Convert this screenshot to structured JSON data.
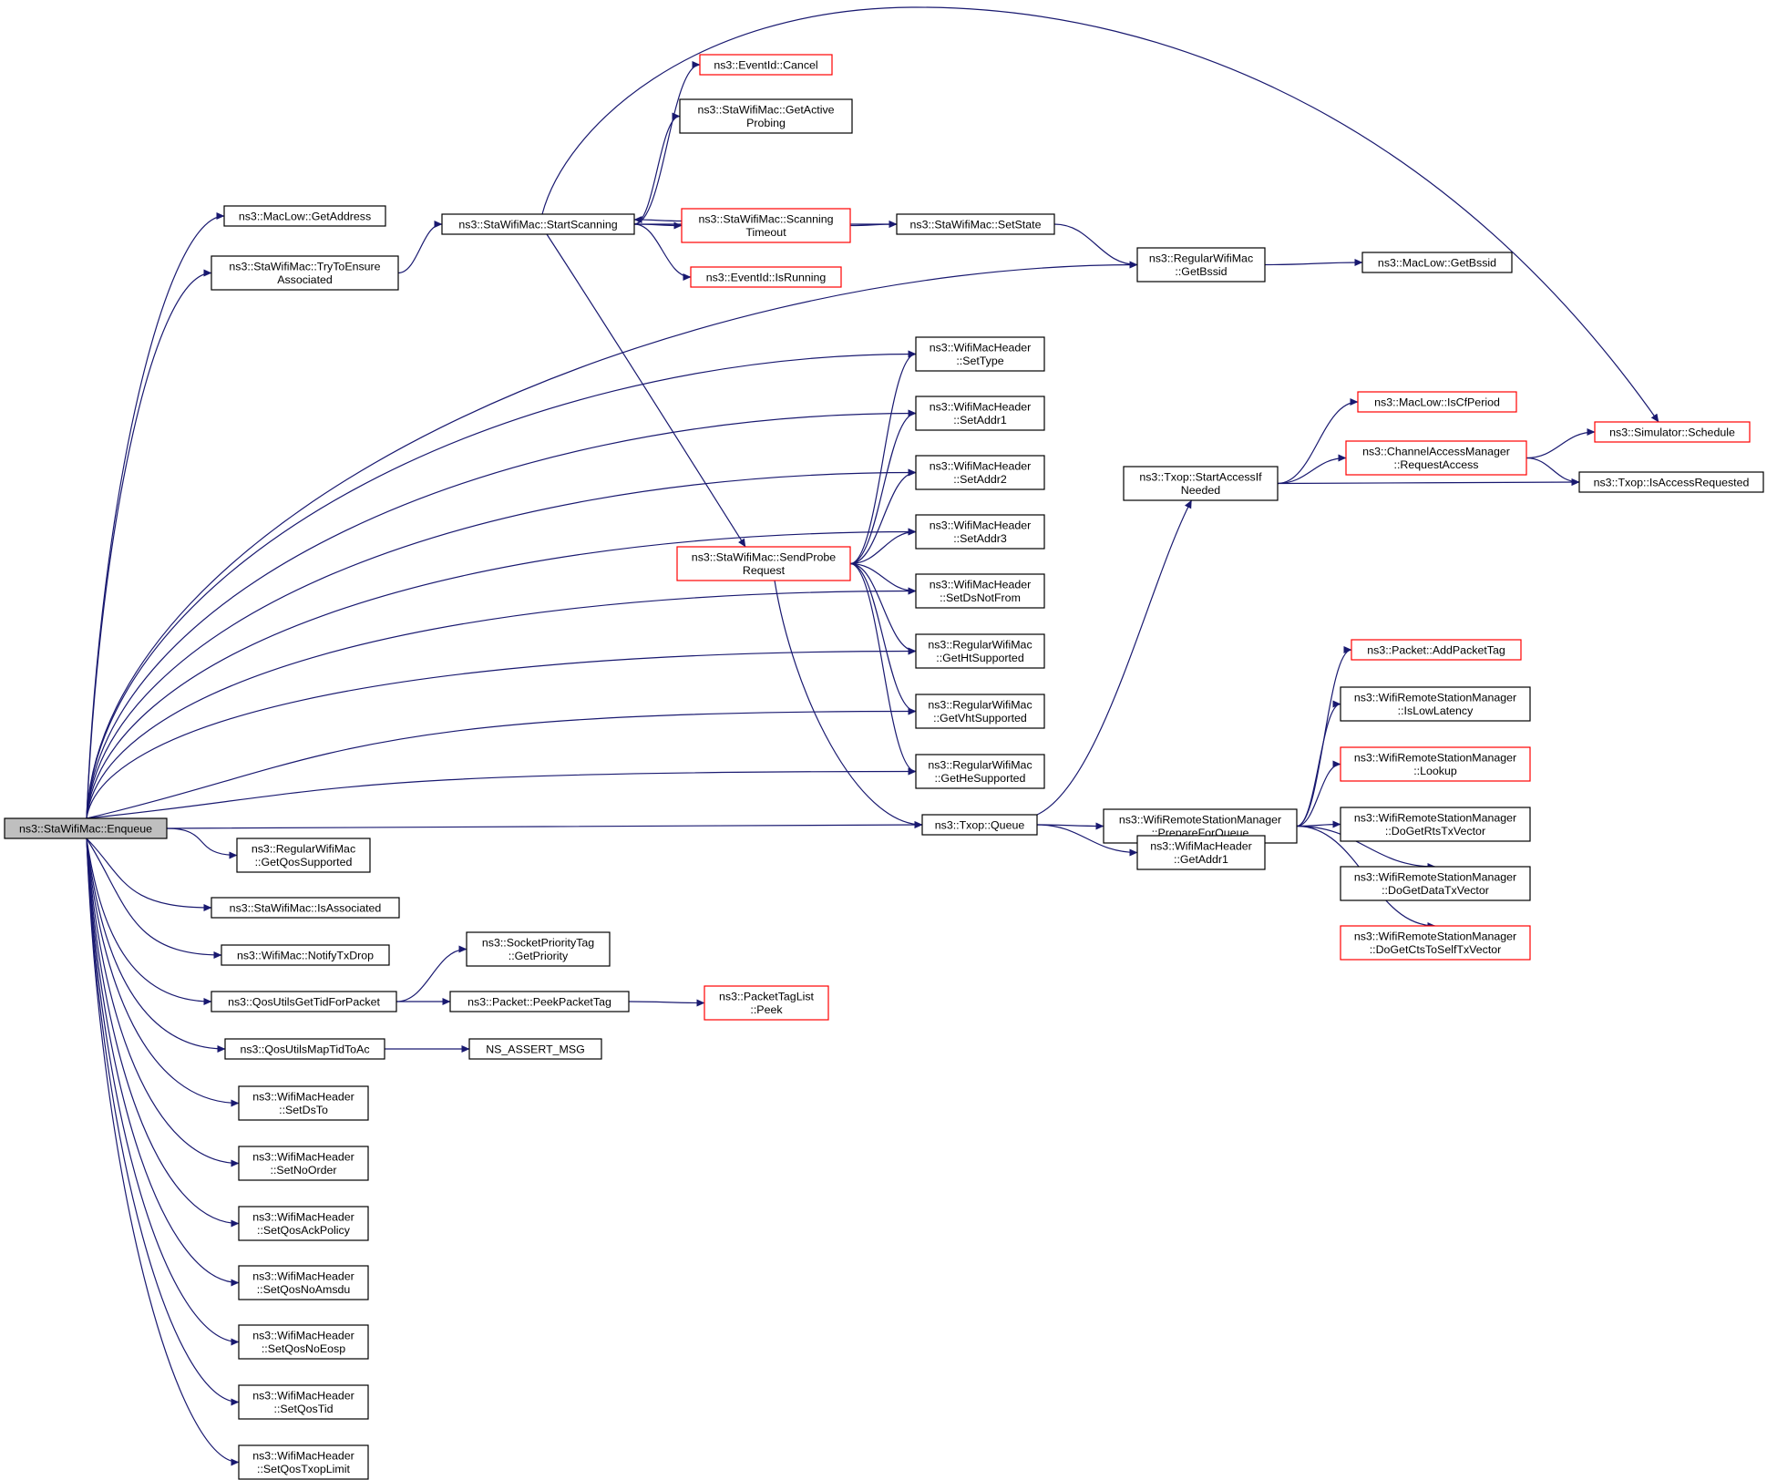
{
  "colors": {
    "edge": "#191970",
    "incomplete_border": "#ff0000",
    "root_fill": "#bfbfbf",
    "node_border": "#000000"
  },
  "nodes": [
    {
      "id": "enqueue",
      "lines": [
        "ns3::StaWifiMac::Enqueue"
      ],
      "style": "root"
    },
    {
      "id": "maclow_getaddress",
      "lines": [
        "ns3::MacLow::GetAddress"
      ],
      "style": "normal"
    },
    {
      "id": "trytoensure",
      "lines": [
        "ns3::StaWifiMac::TryToEnsure",
        "Associated"
      ],
      "style": "normal"
    },
    {
      "id": "startscanning",
      "lines": [
        "ns3::StaWifiMac::StartScanning"
      ],
      "style": "normal"
    },
    {
      "id": "eventid_cancel",
      "lines": [
        "ns3::EventId::Cancel"
      ],
      "style": "red"
    },
    {
      "id": "getactiveprobing",
      "lines": [
        "ns3::StaWifiMac::GetActive",
        "Probing"
      ],
      "style": "normal"
    },
    {
      "id": "scanningtimeout",
      "lines": [
        "ns3::StaWifiMac::Scanning",
        "Timeout"
      ],
      "style": "red"
    },
    {
      "id": "setstate",
      "lines": [
        "ns3::StaWifiMac::SetState"
      ],
      "style": "normal"
    },
    {
      "id": "eventid_isrunning",
      "lines": [
        "ns3::EventId::IsRunning"
      ],
      "style": "red"
    },
    {
      "id": "getbssid",
      "lines": [
        "ns3::RegularWifiMac",
        "::GetBssid"
      ],
      "style": "normal"
    },
    {
      "id": "maclow_getbssid",
      "lines": [
        "ns3::MacLow::GetBssid"
      ],
      "style": "normal"
    },
    {
      "id": "simulator_schedule",
      "lines": [
        "ns3::Simulator::Schedule"
      ],
      "style": "red"
    },
    {
      "id": "settype",
      "lines": [
        "ns3::WifiMacHeader",
        "::SetType"
      ],
      "style": "normal"
    },
    {
      "id": "setaddr1",
      "lines": [
        "ns3::WifiMacHeader",
        "::SetAddr1"
      ],
      "style": "normal"
    },
    {
      "id": "setaddr2",
      "lines": [
        "ns3::WifiMacHeader",
        "::SetAddr2"
      ],
      "style": "normal"
    },
    {
      "id": "setaddr3",
      "lines": [
        "ns3::WifiMacHeader",
        "::SetAddr3"
      ],
      "style": "normal"
    },
    {
      "id": "setdsnotfrom",
      "lines": [
        "ns3::WifiMacHeader",
        "::SetDsNotFrom"
      ],
      "style": "normal"
    },
    {
      "id": "gethtsupported",
      "lines": [
        "ns3::RegularWifiMac",
        "::GetHtSupported"
      ],
      "style": "normal"
    },
    {
      "id": "getvhtsupported",
      "lines": [
        "ns3::RegularWifiMac",
        "::GetVhtSupported"
      ],
      "style": "normal"
    },
    {
      "id": "gethesupported",
      "lines": [
        "ns3::RegularWifiMac",
        "::GetHeSupported"
      ],
      "style": "normal"
    },
    {
      "id": "sendproberequest",
      "lines": [
        "ns3::StaWifiMac::SendProbe",
        "Request"
      ],
      "style": "red"
    },
    {
      "id": "txop_queue",
      "lines": [
        "ns3::Txop::Queue"
      ],
      "style": "normal"
    },
    {
      "id": "iscfperiod",
      "lines": [
        "ns3::MacLow::IsCfPeriod"
      ],
      "style": "red"
    },
    {
      "id": "requestaccess",
      "lines": [
        "ns3::ChannelAccessManager",
        "::RequestAccess"
      ],
      "style": "red"
    },
    {
      "id": "startaccessifneeded",
      "lines": [
        "ns3::Txop::StartAccessIf",
        "Needed"
      ],
      "style": "normal"
    },
    {
      "id": "isaccessrequested",
      "lines": [
        "ns3::Txop::IsAccessRequested"
      ],
      "style": "normal"
    },
    {
      "id": "getqossupported",
      "lines": [
        "ns3::RegularWifiMac",
        "::GetQosSupported"
      ],
      "style": "normal"
    },
    {
      "id": "isassociated",
      "lines": [
        "ns3::StaWifiMac::IsAssociated"
      ],
      "style": "normal"
    },
    {
      "id": "notifytxdrop",
      "lines": [
        "ns3::WifiMac::NotifyTxDrop"
      ],
      "style": "normal"
    },
    {
      "id": "qosgettid",
      "lines": [
        "ns3::QosUtilsGetTidForPacket"
      ],
      "style": "normal"
    },
    {
      "id": "socketprioritytag",
      "lines": [
        "ns3::SocketPriorityTag",
        "::GetPriority"
      ],
      "style": "normal"
    },
    {
      "id": "peekpackettag",
      "lines": [
        "ns3::Packet::PeekPacketTag"
      ],
      "style": "normal"
    },
    {
      "id": "packettaglist_peek",
      "lines": [
        "ns3::PacketTagList",
        "::Peek"
      ],
      "style": "red"
    },
    {
      "id": "qosmaptidtoac",
      "lines": [
        "ns3::QosUtilsMapTidToAc"
      ],
      "style": "normal"
    },
    {
      "id": "ns_assert_msg",
      "lines": [
        "NS_ASSERT_MSG"
      ],
      "style": "normal"
    },
    {
      "id": "setdsto",
      "lines": [
        "ns3::WifiMacHeader",
        "::SetDsTo"
      ],
      "style": "normal"
    },
    {
      "id": "setnoorder",
      "lines": [
        "ns3::WifiMacHeader",
        "::SetNoOrder"
      ],
      "style": "normal"
    },
    {
      "id": "setqosackpolicy",
      "lines": [
        "ns3::WifiMacHeader",
        "::SetQosAckPolicy"
      ],
      "style": "normal"
    },
    {
      "id": "setqosnoamsdu",
      "lines": [
        "ns3::WifiMacHeader",
        "::SetQosNoAmsdu"
      ],
      "style": "normal"
    },
    {
      "id": "setqosnoeosp",
      "lines": [
        "ns3::WifiMacHeader",
        "::SetQosNoEosp"
      ],
      "style": "normal"
    },
    {
      "id": "setqostid",
      "lines": [
        "ns3::WifiMacHeader",
        "::SetQosTid"
      ],
      "style": "normal"
    },
    {
      "id": "setqostxoplimit",
      "lines": [
        "ns3::WifiMacHeader",
        "::SetQosTxopLimit"
      ],
      "style": "normal"
    },
    {
      "id": "prepareforqueue",
      "lines": [
        "ns3::WifiRemoteStationManager",
        "::PrepareForQueue"
      ],
      "style": "normal"
    },
    {
      "id": "getaddr1",
      "lines": [
        "ns3::WifiMacHeader",
        "::GetAddr1"
      ],
      "style": "normal"
    },
    {
      "id": "addpackettag",
      "lines": [
        "ns3::Packet::AddPacketTag"
      ],
      "style": "red"
    },
    {
      "id": "islowlatency",
      "lines": [
        "ns3::WifiRemoteStationManager",
        "::IsLowLatency"
      ],
      "style": "normal"
    },
    {
      "id": "lookup",
      "lines": [
        "ns3::WifiRemoteStationManager",
        "::Lookup"
      ],
      "style": "red"
    },
    {
      "id": "dogetrtstxvector",
      "lines": [
        "ns3::WifiRemoteStationManager",
        "::DoGetRtsTxVector"
      ],
      "style": "normal"
    },
    {
      "id": "dogetdatatxvector",
      "lines": [
        "ns3::WifiRemoteStationManager",
        "::DoGetDataTxVector"
      ],
      "style": "normal"
    },
    {
      "id": "dogetctstoselftxvector",
      "lines": [
        "ns3::WifiRemoteStationManager",
        "::DoGetCtsToSelfTxVector"
      ],
      "style": "red"
    }
  ],
  "edges": [
    [
      "enqueue",
      "maclow_getaddress"
    ],
    [
      "enqueue",
      "trytoensure"
    ],
    [
      "enqueue",
      "getbssid"
    ],
    [
      "enqueue",
      "settype"
    ],
    [
      "enqueue",
      "setaddr1"
    ],
    [
      "enqueue",
      "setaddr2"
    ],
    [
      "enqueue",
      "setaddr3"
    ],
    [
      "enqueue",
      "setdsnotfrom"
    ],
    [
      "enqueue",
      "gethtsupported"
    ],
    [
      "enqueue",
      "getvhtsupported"
    ],
    [
      "enqueue",
      "gethesupported"
    ],
    [
      "enqueue",
      "txop_queue"
    ],
    [
      "enqueue",
      "getqossupported"
    ],
    [
      "enqueue",
      "isassociated"
    ],
    [
      "enqueue",
      "notifytxdrop"
    ],
    [
      "enqueue",
      "qosgettid"
    ],
    [
      "enqueue",
      "qosmaptidtoac"
    ],
    [
      "enqueue",
      "setdsto"
    ],
    [
      "enqueue",
      "setnoorder"
    ],
    [
      "enqueue",
      "setqosackpolicy"
    ],
    [
      "enqueue",
      "setqosnoamsdu"
    ],
    [
      "enqueue",
      "setqosnoeosp"
    ],
    [
      "enqueue",
      "setqostid"
    ],
    [
      "enqueue",
      "setqostxoplimit"
    ],
    [
      "trytoensure",
      "startscanning"
    ],
    [
      "startscanning",
      "eventid_cancel"
    ],
    [
      "startscanning",
      "getactiveprobing"
    ],
    [
      "startscanning",
      "scanningtimeout"
    ],
    [
      "startscanning",
      "setstate"
    ],
    [
      "startscanning",
      "eventid_isrunning"
    ],
    [
      "startscanning",
      "simulator_schedule"
    ],
    [
      "startscanning",
      "sendproberequest"
    ],
    [
      "scanningtimeout",
      "startscanning"
    ],
    [
      "scanningtimeout",
      "setstate"
    ],
    [
      "setstate",
      "getbssid"
    ],
    [
      "getbssid",
      "maclow_getbssid"
    ],
    [
      "sendproberequest",
      "settype"
    ],
    [
      "sendproberequest",
      "setaddr1"
    ],
    [
      "sendproberequest",
      "setaddr2"
    ],
    [
      "sendproberequest",
      "setaddr3"
    ],
    [
      "sendproberequest",
      "setdsnotfrom"
    ],
    [
      "sendproberequest",
      "gethtsupported"
    ],
    [
      "sendproberequest",
      "getvhtsupported"
    ],
    [
      "sendproberequest",
      "gethesupported"
    ],
    [
      "sendproberequest",
      "txop_queue"
    ],
    [
      "txop_queue",
      "startaccessifneeded"
    ],
    [
      "txop_queue",
      "prepareforqueue"
    ],
    [
      "txop_queue",
      "getaddr1"
    ],
    [
      "startaccessifneeded",
      "iscfperiod"
    ],
    [
      "startaccessifneeded",
      "requestaccess"
    ],
    [
      "startaccessifneeded",
      "isaccessrequested"
    ],
    [
      "requestaccess",
      "simulator_schedule"
    ],
    [
      "requestaccess",
      "isaccessrequested"
    ],
    [
      "qosgettid",
      "socketprioritytag"
    ],
    [
      "qosgettid",
      "peekpackettag"
    ],
    [
      "peekpackettag",
      "packettaglist_peek"
    ],
    [
      "qosmaptidtoac",
      "ns_assert_msg"
    ],
    [
      "prepareforqueue",
      "addpackettag"
    ],
    [
      "prepareforqueue",
      "islowlatency"
    ],
    [
      "prepareforqueue",
      "lookup"
    ],
    [
      "prepareforqueue",
      "dogetrtstxvector"
    ],
    [
      "prepareforqueue",
      "dogetdatatxvector"
    ],
    [
      "prepareforqueue",
      "dogetctstoselftxvector"
    ]
  ]
}
